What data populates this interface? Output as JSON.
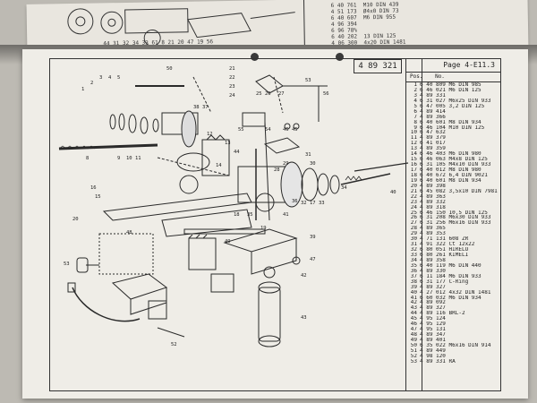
{
  "drawing_number": "4 89 321",
  "parts_header": {
    "page_label": "Page 4-E11.3",
    "col_pos": "Pos.",
    "col_no": "No."
  },
  "top_callout": "44 31 32 34 33 61 8 21 20 47 19 56",
  "back_entries": [
    "6 40 761  M10 DIN 439",
    "4 51 173  Ø4x0 DIN 73",
    "6 40 607  M6 DIN 955",
    "4 96 394",
    "6 96 78%",
    "6 40 202  13 DIN 125",
    "4 06 300  4x20 DIN 1481"
  ],
  "parts": [
    {
      "no": "1",
      "ref": "6 40 809 M6 DIN 985"
    },
    {
      "no": "2",
      "ref": "6 46 021 M6 DIN 125"
    },
    {
      "no": "3",
      "ref": "4 89 331"
    },
    {
      "no": "4",
      "ref": "6 31 027 M6x25 DIN 933"
    },
    {
      "no": "5",
      "ref": "6 47 005 3,2 DIN 125"
    },
    {
      "no": "6",
      "ref": "4 89 414"
    },
    {
      "no": "7",
      "ref": "4 89 366"
    },
    {
      "no": "8",
      "ref": "6 40 601 M8 DIN 934"
    },
    {
      "no": "9",
      "ref": "6 46 104 M10 DIN 125"
    },
    {
      "no": "10",
      "ref": "6 47 632"
    },
    {
      "no": "11",
      "ref": "4 89 379"
    },
    {
      "no": "12",
      "ref": "6 41 017"
    },
    {
      "no": "13",
      "ref": "4 89 359"
    },
    {
      "no": "14",
      "ref": "6 46 403 M6 DIN 980"
    },
    {
      "no": "15",
      "ref": "6 46 063 M4x8 DIN 125"
    },
    {
      "no": "16",
      "ref": "6 31 105 M4x10 DIN 933"
    },
    {
      "no": "17",
      "ref": "6 40 012 M8 DIN 980"
    },
    {
      "no": "18",
      "ref": "6 40 672 6,4 DIN 9021"
    },
    {
      "no": "19",
      "ref": "6 40 601 M8 DIN 934"
    },
    {
      "no": "20",
      "ref": "4 89 398"
    },
    {
      "no": "21",
      "ref": "6 45 082 3,5x10 DIN 7981"
    },
    {
      "no": "22",
      "ref": "4 89 363"
    },
    {
      "no": "23",
      "ref": "4 89 332"
    },
    {
      "no": "24",
      "ref": "4 89 318"
    },
    {
      "no": "25",
      "ref": "6 46 150 10,5 DIN 125"
    },
    {
      "no": "26",
      "ref": "6 31 208 M6x30 DIN 933"
    },
    {
      "no": "27",
      "ref": "6 31 256 M6x16 DIN 933"
    },
    {
      "no": "28",
      "ref": "4 89 365"
    },
    {
      "no": "29",
      "ref": "4 89 353"
    },
    {
      "no": "30",
      "ref": "4 71 131 608 ZR"
    },
    {
      "no": "31",
      "ref": "4 91 322 Ct 12x22"
    },
    {
      "no": "32",
      "ref": "6 80 051 HIRELO"
    },
    {
      "no": "33",
      "ref": "6 80 261 KIMELI"
    },
    {
      "no": "34",
      "ref": "4 89 358"
    },
    {
      "no": "35",
      "ref": "6 40 119 M6 DIN 440"
    },
    {
      "no": "36",
      "ref": "4 89 330"
    },
    {
      "no": "37",
      "ref": "6 11 184 M6 DIN 933"
    },
    {
      "no": "38",
      "ref": "6 31 177 C-Ring"
    },
    {
      "no": "39",
      "ref": "4 89 327"
    },
    {
      "no": "40",
      "ref": "4 27 012 4x32 DIN 1481"
    },
    {
      "no": "41",
      "ref": "6 60 032 M6 DIN 934"
    },
    {
      "no": "42",
      "ref": "4 89 092"
    },
    {
      "no": "43",
      "ref": "4 89 327"
    },
    {
      "no": "44",
      "ref": "4 89 116 BRL-2"
    },
    {
      "no": "45",
      "ref": "4 95 124"
    },
    {
      "no": "46",
      "ref": "4 95 129"
    },
    {
      "no": "47",
      "ref": "4 95 131"
    },
    {
      "no": "48",
      "ref": "4 89 347"
    },
    {
      "no": "49",
      "ref": "4 89 401"
    },
    {
      "no": "50",
      "ref": "6 35 022 M6x16 DIN 914"
    },
    {
      "no": "51",
      "ref": "4 89 449"
    },
    {
      "no": "52",
      "ref": "4 98 120"
    },
    {
      "no": "53",
      "ref": "4 89 331 RA"
    }
  ]
}
